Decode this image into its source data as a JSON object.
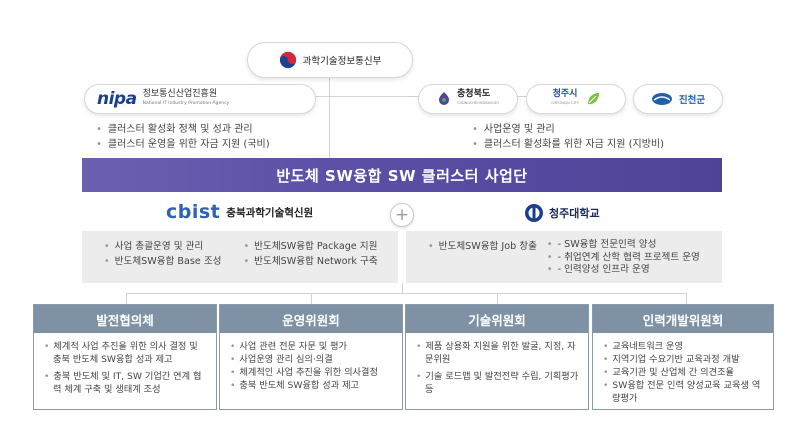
{
  "top": {
    "ministry": "과학기술정보통신부"
  },
  "left_org": {
    "logo": "nipa",
    "name_ko": "정보통신산업진흥원",
    "name_en": "National IT Industry Promotion Agency",
    "bullets": [
      "클러스터 활성화 정책 및 성과 관리",
      "클러스터 운영을 위한 자금 지원 (국비)"
    ]
  },
  "right_orgs": {
    "chungbuk": "충청북도",
    "chungbuk_en": "CHUNGCHEONGBUK-DO",
    "cheongju": "청주시",
    "cheongju_en": "CHEONGJU CITY",
    "jincheon": "진천군",
    "bullets": [
      "사업운영 및 관리",
      "클러스터 활성화를 위한 자금 지원 (지방비)"
    ]
  },
  "banner": {
    "title": "반도체 SW융합 SW 클러스터 사업단"
  },
  "partners": {
    "cbist_logo": "cbist",
    "cbist_name": "충북과학기술혁신원",
    "plus": "+",
    "univ_name": "청주대학교"
  },
  "left_panel": {
    "col1": [
      "사업 총괄운영 및 관리",
      "반도체SW융합 Base 조성"
    ],
    "col2": [
      "반도체SW융합 Package 지원",
      "반도체SW융합 Network 구축"
    ]
  },
  "right_panel": {
    "main": "반도체SW융합 Job 창출",
    "sub": [
      "SW융합 전문인력 양성",
      "취업연계 산학 협력 프로젝트 운영",
      "인력양성 인프라 운영"
    ]
  },
  "committees": [
    {
      "title": "발전협의체",
      "items": [
        "체계적 사업 추진을 위한 의사 결정 및 충북 반도체 SW융합 성과 제고",
        "충북 반도체 및 IT, SW 기업간 연계 협력 체계 구축 및 생태계 조성"
      ]
    },
    {
      "title": "운영위원회",
      "items": [
        "사업 관련 전문 자문 및 평가",
        "사업운영 관리 심의·의결",
        "체계적인 사업 추진을 위한 의사결정",
        "충북 반도체 SW융합 성과 제고"
      ]
    },
    {
      "title": "기술위원회",
      "items": [
        "제품 상용화 지원을 위한 발굴, 지정, 자문위원",
        "기술 로드맵 및 발전전략 수립, 기획평가 등"
      ]
    },
    {
      "title": "인력개발위원회",
      "items": [
        "교육네트워크 운영",
        "지역기업 수요기반 교육과정 개발",
        "교육기관 및 산업체 간 의견조율",
        "SW융합 전문 인력 양성교육 교육생 역량평가"
      ]
    }
  ],
  "colors": {
    "banner": "#5a4ea5",
    "committee_head": "#7f91a4",
    "panel_bg": "#ececec",
    "nipa_blue": "#1b3f8f",
    "cbist_blue": "#2f62b7",
    "cbist_red": "#e0352f"
  }
}
